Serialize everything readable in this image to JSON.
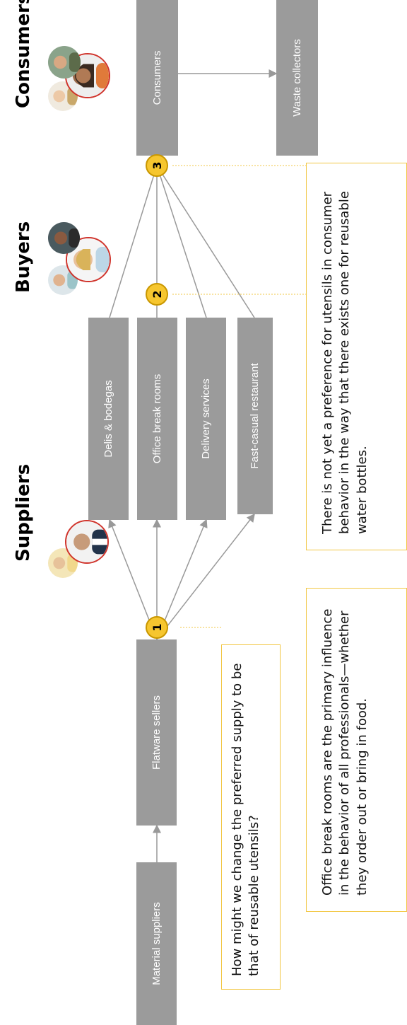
{
  "sections": {
    "suppliers": "Suppliers",
    "buyers": "Buyers",
    "consumers": "Consumers"
  },
  "nodes": {
    "material_suppliers": "Material suppliers",
    "flatware_sellers": "Flatware sellers",
    "delis": "Delis & bodegas",
    "office": "Office break rooms",
    "delivery": "Delivery services",
    "fast_casual": "Fast-casual restaurant",
    "consumers": "Consumers",
    "waste": "Waste collectors"
  },
  "markers": [
    "1",
    "2",
    "3"
  ],
  "notes": {
    "note1": "How might we change the preferred supply to be that of reusable utensils?",
    "note2": "Office break rooms are the primary influence in the behavior of all professionals—whether they order out or bring in food.",
    "note3": "There is not yet a preference for utensils in consumer behavior in the way that there exists one for reusable water bottles."
  },
  "colors": {
    "node_fill": "#9b9b9b",
    "note_border": "#f2c744",
    "marker_fill": "#f6c62f",
    "avatar_ring": "#d0342c"
  }
}
